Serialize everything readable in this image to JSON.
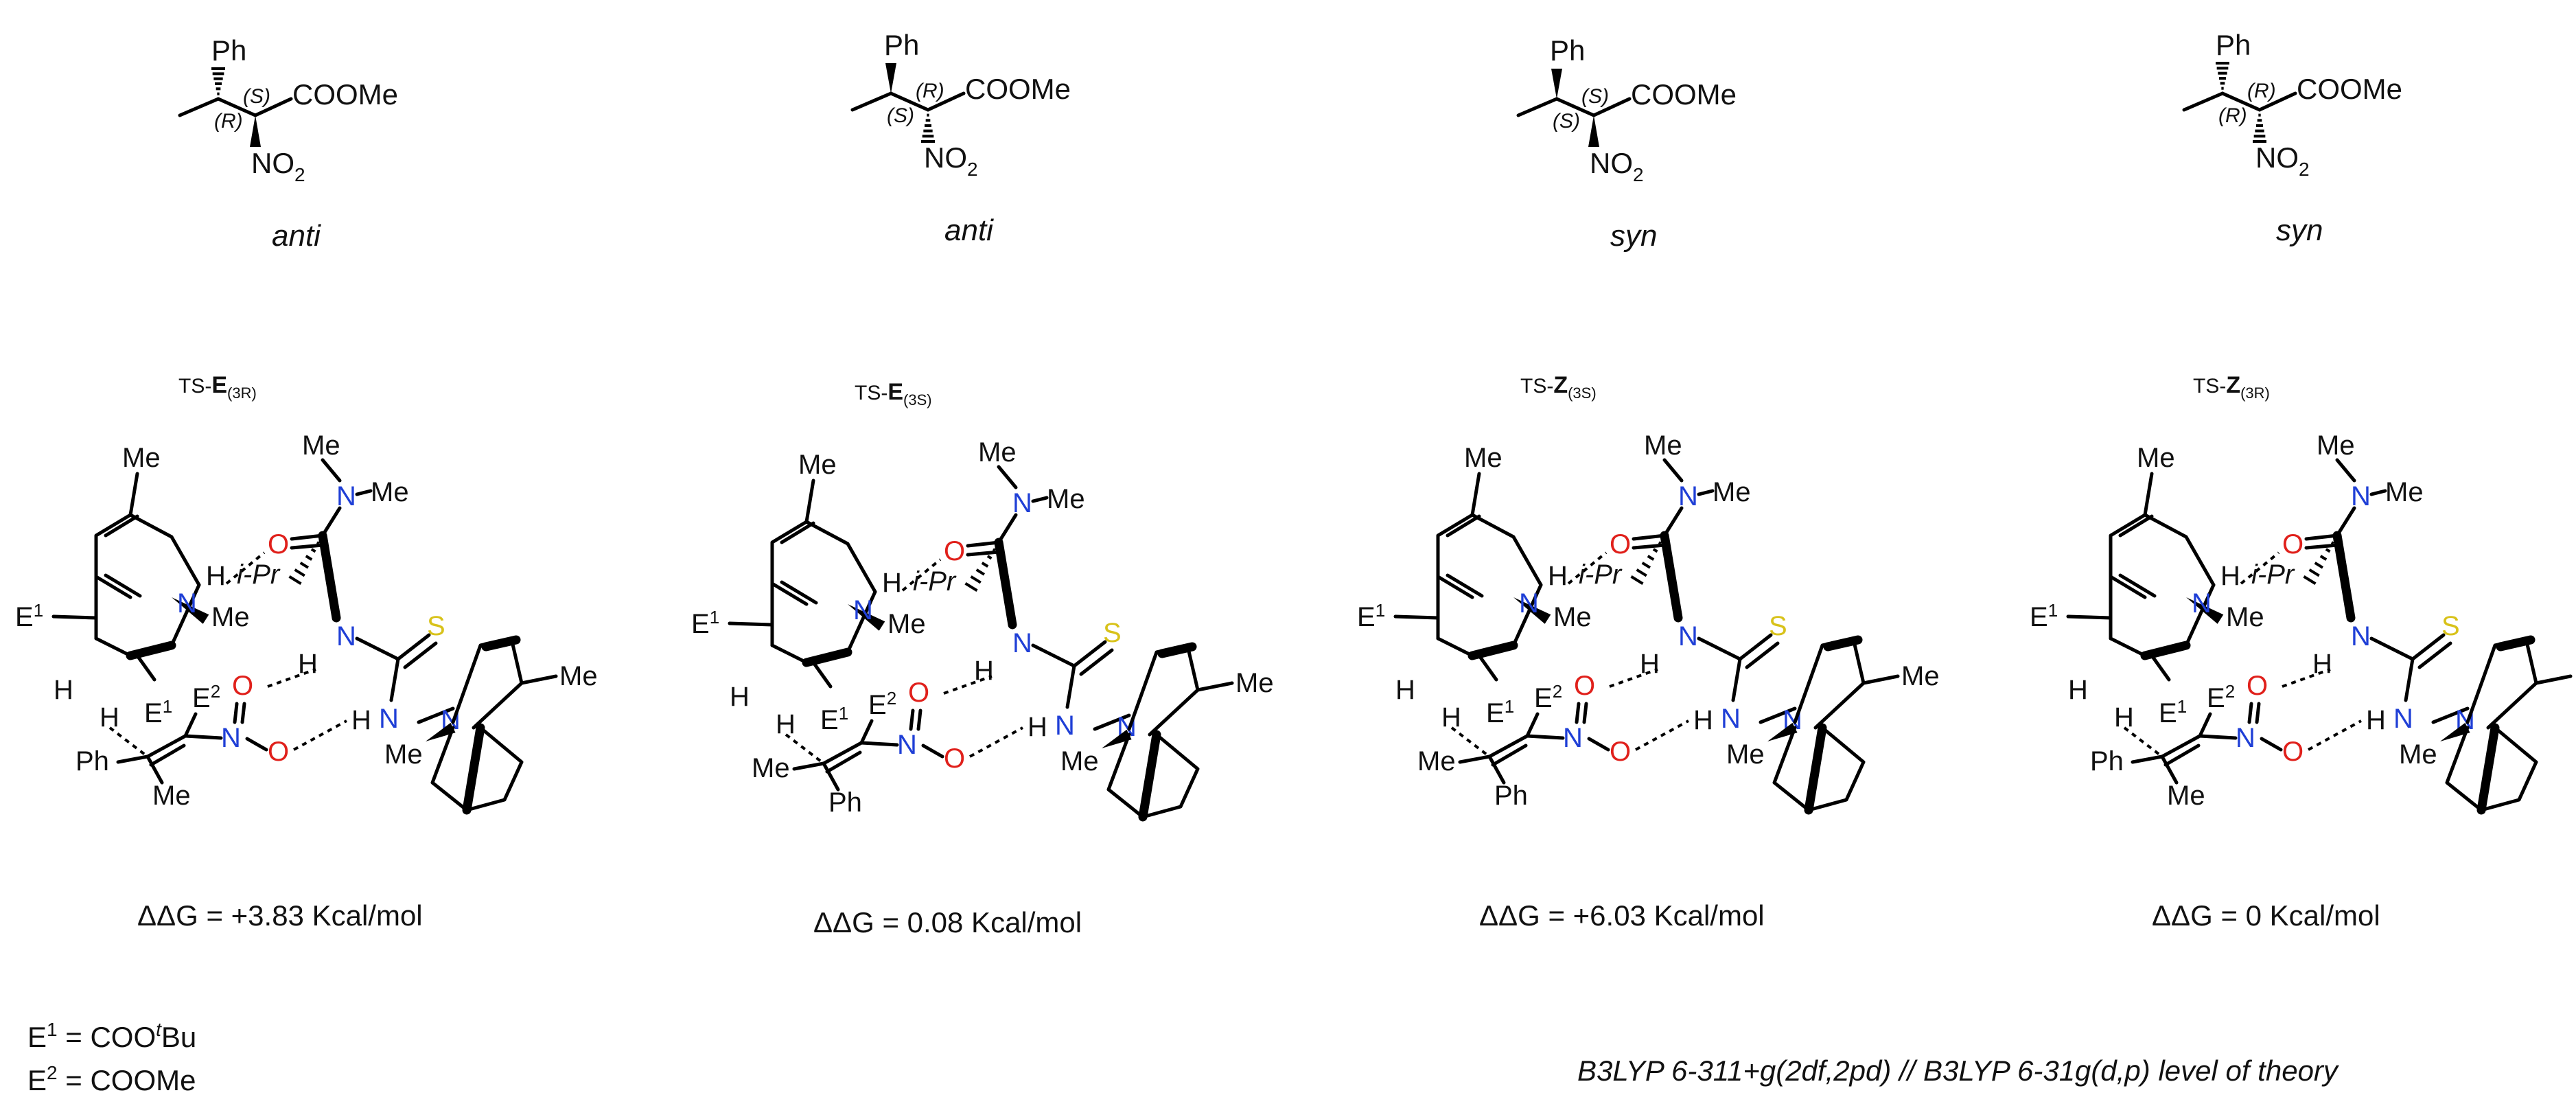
{
  "products": [
    {
      "ph": "Ph",
      "c3": "(R)",
      "c2": "(S)",
      "ester": "COOMe",
      "nitro": "NO2",
      "config": "anti"
    },
    {
      "ph": "Ph",
      "c3": "(S)",
      "c2": "(R)",
      "ester": "COOMe",
      "nitro": "NO2",
      "config": "anti"
    },
    {
      "ph": "Ph",
      "c3": "(S)",
      "c2": "(S)",
      "ester": "COOMe",
      "nitro": "NO2",
      "config": "syn"
    },
    {
      "ph": "Ph",
      "c3": "(R)",
      "c2": "(R)",
      "ester": "COOMe",
      "nitro": "NO2",
      "config": "syn"
    }
  ],
  "transition_states": [
    {
      "prefix": "TS-",
      "letter": "E",
      "sub": "(3R)",
      "energy": "ΔΔG  = +3.83 Kcal/mol",
      "sub_a": "Ph",
      "sub_b": "Me"
    },
    {
      "prefix": "TS-",
      "letter": "E",
      "sub": "(3S)",
      "energy": "ΔΔG  = 0.08 Kcal/mol",
      "sub_a": "Me",
      "sub_b": "Ph"
    },
    {
      "prefix": "TS-",
      "letter": "Z",
      "sub": "(3S)",
      "energy": "ΔΔG  = +6.03 Kcal/mol",
      "sub_a": "Me",
      "sub_b": "Ph"
    },
    {
      "prefix": "TS-",
      "letter": "Z",
      "sub": "(3R)",
      "energy": "ΔΔG  = 0 Kcal/mol",
      "sub_a": "Ph",
      "sub_b": "Me"
    }
  ],
  "ts_labels": {
    "me": "Me",
    "n": "N",
    "h": "H",
    "o": "O",
    "s": "S",
    "ipr": "i-Pr",
    "e1": "E",
    "e1_sup": "1",
    "e2": "E",
    "e2_sup": "2"
  },
  "legend": {
    "e1_label": "E",
    "e1_sup": "1",
    "e1_eq": " = COO",
    "e1_t": "t",
    "e1_rest": "Bu",
    "e2_label": "E",
    "e2_sup": "2",
    "e2_eq": " = COOMe"
  },
  "footer": "B3LYP 6-311+g(2df,2pd) // B3LYP 6-31g(d,p) level of theory",
  "colors": {
    "nitrogen": "#1f3fd6",
    "oxygen": "#e0201b",
    "sulfur": "#d8c21a",
    "text": "#111111"
  }
}
